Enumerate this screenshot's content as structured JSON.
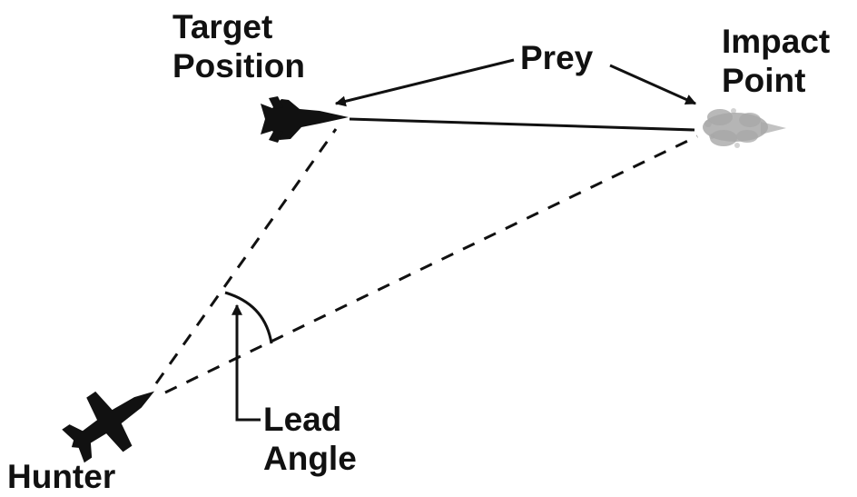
{
  "labels": {
    "target_position": [
      "Target",
      "Position"
    ],
    "impact_point": [
      "Impact",
      "Point"
    ],
    "prey": "Prey",
    "lead_angle": [
      "Lead",
      "Angle"
    ],
    "hunter": "Hunter"
  },
  "colors": {
    "ink": "#111111",
    "impact_smoke": "#a8a8a8",
    "background": "#ffffff"
  },
  "icons": {
    "hunter": "fighter-jet-icon",
    "target": "fighter-jet-icon",
    "impact": "smoke-burst-icon"
  }
}
